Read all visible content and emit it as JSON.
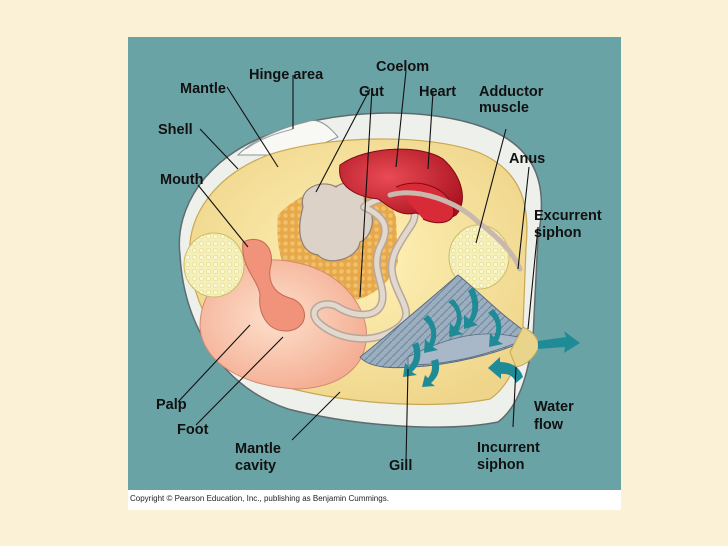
{
  "labels": {
    "hinge_area": "Hinge area",
    "coelom": "Coelom",
    "mantle": "Mantle",
    "gut": "Gut",
    "heart": "Heart",
    "adductor_1": "Adductor",
    "adductor_2": "muscle",
    "shell": "Shell",
    "anus": "Anus",
    "mouth": "Mouth",
    "excurrent_1": "Excurrent",
    "excurrent_2": "siphon",
    "palp": "Palp",
    "foot": "Foot",
    "water_flow_1": "Water",
    "water_flow_2": "flow",
    "mantle_cavity_1": "Mantle",
    "mantle_cavity_2": "cavity",
    "gill": "Gill",
    "incurrent_1": "Incurrent",
    "incurrent_2": "siphon"
  },
  "copyright": "Copyright © Pearson Education, Inc., publishing as Benjamin Cummings.",
  "colors": {
    "page_background": "#fbf1d6",
    "panel_background": "#6aa3a6",
    "shell": "#eef0ec",
    "mantle": "#f5e29a",
    "foot": "#f8c6a8",
    "heart": "#c8202c",
    "gill": "#8fa3b6",
    "water_arrow": "#1f8b96"
  }
}
